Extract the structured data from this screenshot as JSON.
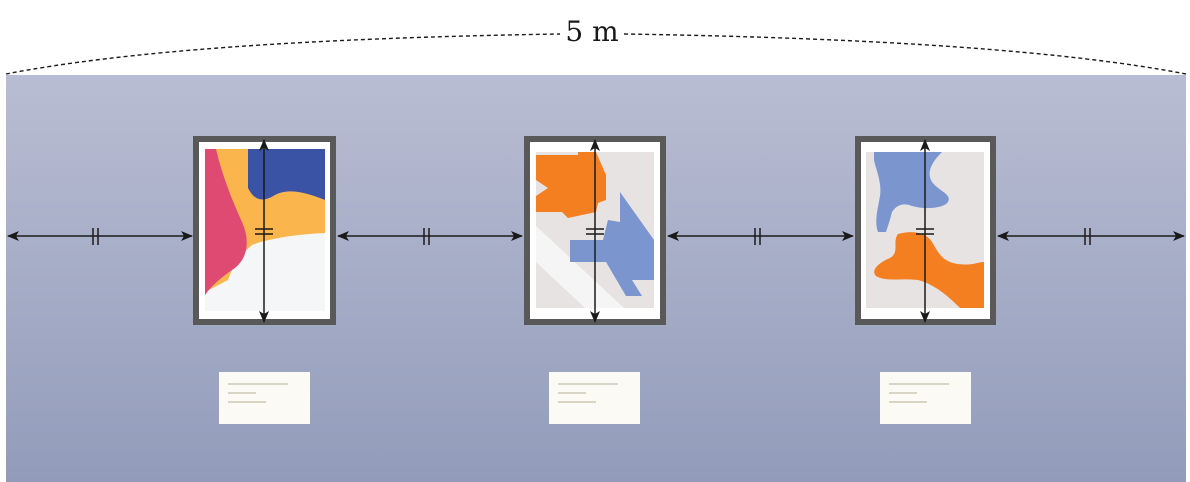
{
  "dimension": {
    "label": "5 m"
  },
  "colors": {
    "wall_top": "#b9bdd3",
    "wall_bottom": "#929cba",
    "frame": "#595959",
    "mat": "#ffffff",
    "arrow": "#1a1a1a",
    "placard": "#fbfaf4",
    "placard_lines": "#d9d5c4"
  },
  "paintings": [
    {
      "id": "painting-1",
      "background": "#f5f6f7",
      "palette": {
        "blue": "#3b53a4",
        "yellow": "#fbb54d",
        "pink": "#de4a72"
      }
    },
    {
      "id": "painting-2",
      "background": "#e7e3e3",
      "palette": {
        "orange": "#f47f21",
        "blue": "#7b96cf",
        "white": "#f6f5f5"
      }
    },
    {
      "id": "painting-3",
      "background": "#e7e3e3",
      "palette": {
        "blue": "#7b96cf",
        "orange": "#f47f21"
      }
    }
  ]
}
